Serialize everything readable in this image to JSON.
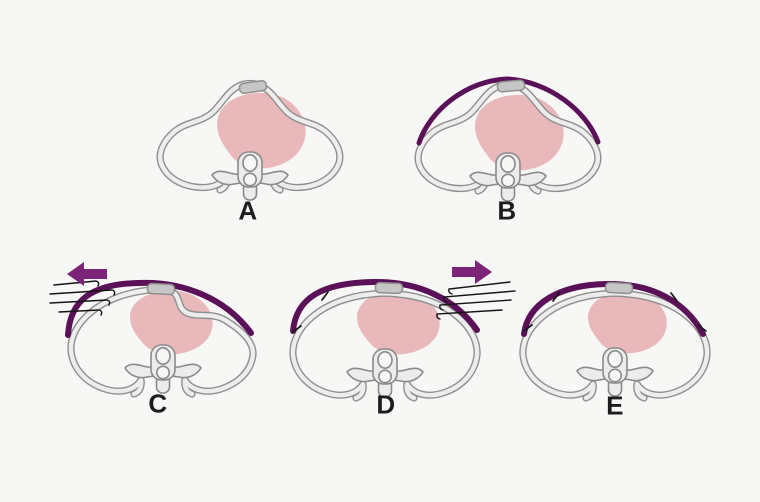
{
  "figure": {
    "type": "medical-illustration",
    "subject": "chest-cross-section-compression-band-procedure",
    "background": "#f7f7f6",
    "colors": {
      "band": "#5b1158",
      "arrow": "#7c2478",
      "heart": "#e9b8ba",
      "rib_stroke": "#8f8f8f",
      "rib_fill": "#ededed",
      "bone_fill": "#ececec",
      "bone_stroke": "#8a8a8a",
      "bone_inner_fill": "#f7f7f6",
      "sternum_fill": "#c6c6c6",
      "suture": "#141414",
      "label": "#1d1d1d"
    },
    "panels": [
      {
        "label": "A",
        "chest_shape": "protruding",
        "band": false,
        "arrow": null,
        "suture_lines": 0,
        "tied_suture_ticks": 0
      },
      {
        "label": "B",
        "chest_shape": "protruding",
        "band": true,
        "arrow": null,
        "suture_lines": 0,
        "tied_suture_ticks": 0
      },
      {
        "label": "C",
        "chest_shape": "partially-corrected",
        "band": true,
        "arrow": "left",
        "suture_lines": 4,
        "tied_suture_ticks": 0
      },
      {
        "label": "D",
        "chest_shape": "corrected",
        "band": true,
        "arrow": "right",
        "suture_lines": 4,
        "tied_suture_ticks": 2
      },
      {
        "label": "E",
        "chest_shape": "corrected",
        "band": true,
        "arrow": null,
        "suture_lines": 0,
        "tied_suture_ticks": 4
      }
    ]
  }
}
